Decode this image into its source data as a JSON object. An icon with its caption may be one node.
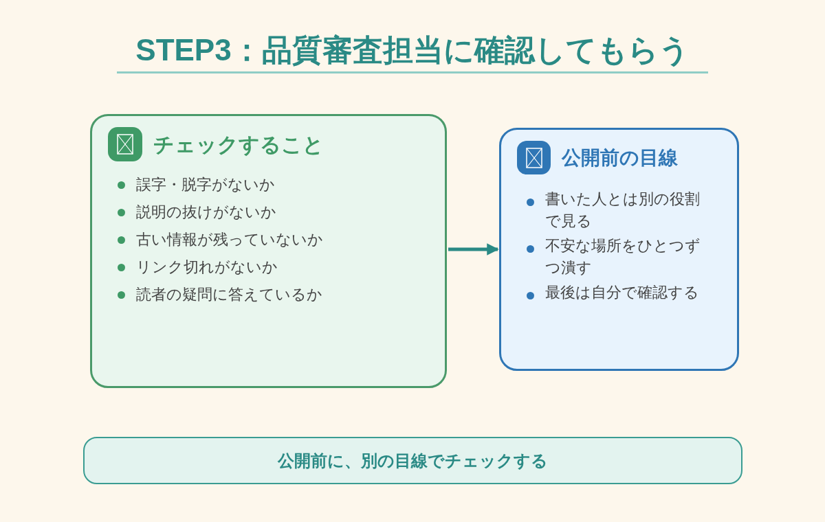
{
  "diagram": {
    "title": "STEP3：品質審査担当に確認してもらう",
    "nodes": [
      {
        "text": [
          "チェックすること",
          "誤字・脱字がないか",
          "説明の抜けがないか",
          "古い情報が残っていないか",
          "リンク切れがないか",
          "読者の疑問に答えているか"
        ]
      },
      {
        "text": [
          "公開前の目線",
          "書いた人とは別の役割で見る",
          "不安な場所をひとつずつ潰す",
          "最後は自分で確認する"
        ]
      },
      {
        "text": [
          "公開前に、別の目線でチェックする"
        ]
      }
    ],
    "edges": [
      {
        "from": 0,
        "to": 1,
        "arrow": "to"
      }
    ]
  }
}
